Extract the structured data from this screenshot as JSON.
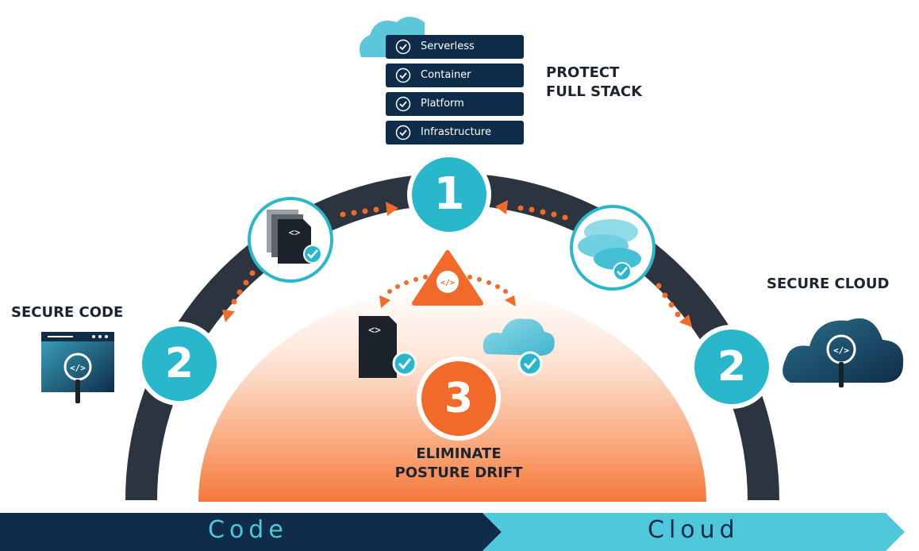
{
  "stack": {
    "items": [
      "Serverless",
      "Container",
      "Platform",
      "Infrastructure"
    ]
  },
  "labels": {
    "protect_line1": "PROTECT",
    "protect_line2": "FULL STACK",
    "secure_code": "SECURE CODE",
    "secure_cloud": "SECURE CLOUD",
    "eliminate_line1": "ELIMINATE",
    "eliminate_line2": "POSTURE DRIFT"
  },
  "steps": {
    "top": "1",
    "left": "2",
    "right": "2",
    "center": "3"
  },
  "bands": {
    "code": "Code",
    "cloud": "Cloud"
  },
  "icons": {
    "code_symbol": "<>",
    "tag_symbol": "</>"
  },
  "colors": {
    "navy": "#0f2d4a",
    "arc": "#2c3440",
    "teal": "#29b7cc",
    "orange": "#f26a2a",
    "light_blue": "#4fc8dc"
  }
}
